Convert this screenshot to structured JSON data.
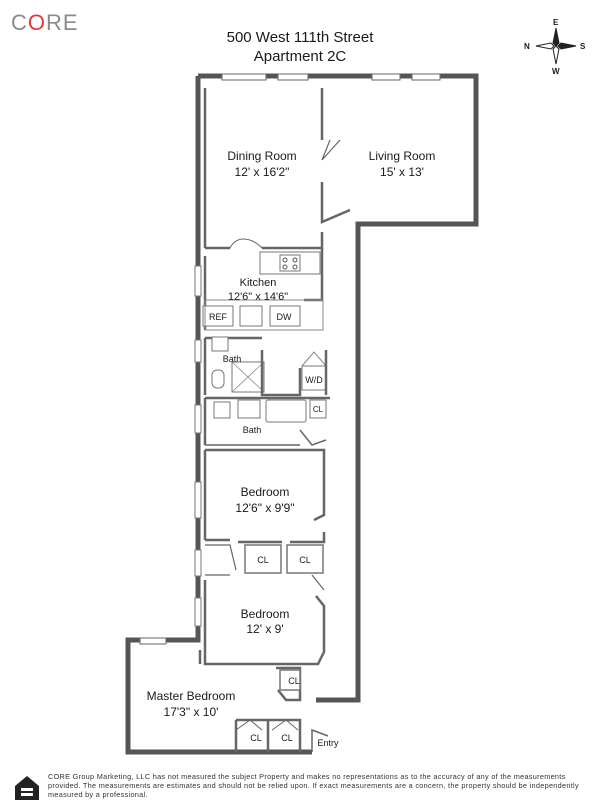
{
  "brand": {
    "logo_prefix": "C",
    "logo_o": "O",
    "logo_suffix": "RE"
  },
  "header": {
    "address": "500 West 111th Street",
    "unit": "Apartment 2C"
  },
  "compass": {
    "n": "N",
    "e": "E",
    "s": "S",
    "w": "W"
  },
  "rooms": {
    "dining": {
      "name": "Dining Room",
      "size": "12' x 16'2\""
    },
    "living": {
      "name": "Living Room",
      "size": "15' x 13'"
    },
    "kitchen": {
      "name": "Kitchen",
      "size": "12'6\" x 14'6\""
    },
    "bath1": {
      "name": "Bath"
    },
    "bath2": {
      "name": "Bath"
    },
    "bedroom1": {
      "name": "Bedroom",
      "size": "12'6\" x 9'9\""
    },
    "bedroom2": {
      "name": "Bedroom",
      "size": "12' x 9'"
    },
    "master": {
      "name": "Master Bedroom",
      "size": "17'3\" x 10'"
    }
  },
  "fixtures": {
    "ref": "REF",
    "dw": "DW",
    "wd": "W/D",
    "closet": "CL",
    "entry": "Entry"
  },
  "disclaimer": "CORE Group Marketing, LLC has not measured the subject Property and makes no representations as to the accuracy of any of the measurements provided. The measurements are estimates and should not be relied upon. If exact measurements are a concern, the property should be independently measured by a professional.",
  "colors": {
    "wall": "#666666",
    "line": "#444444",
    "logo_grey": "#8a8a8a",
    "logo_accent": "#e23a3a"
  }
}
